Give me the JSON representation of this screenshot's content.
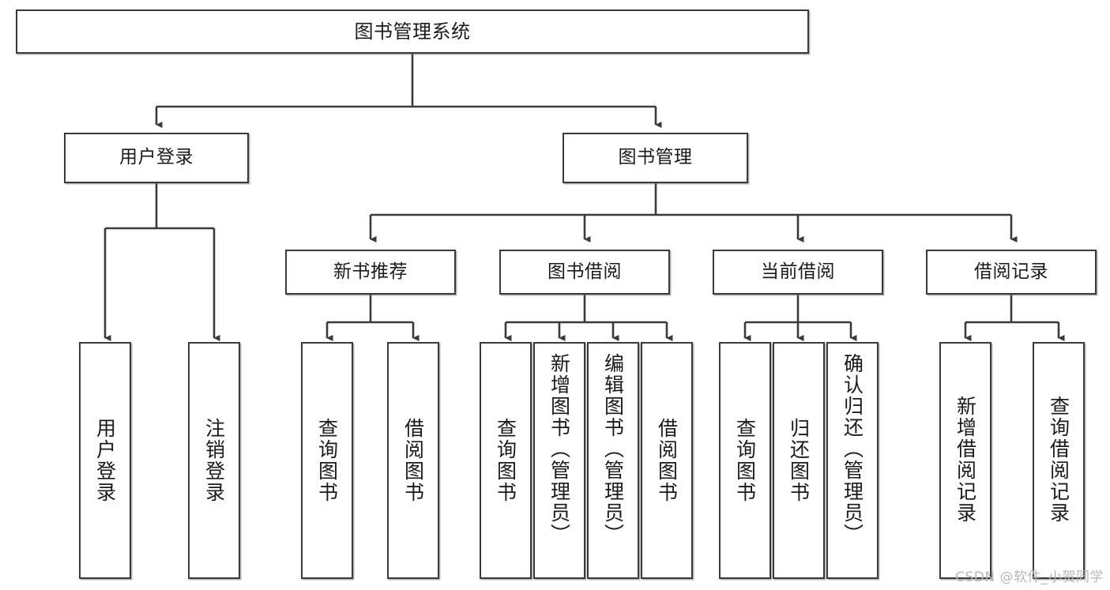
{
  "diagram": {
    "title": "图书管理系统",
    "type": "hierarchy-tree",
    "watermark": "CSDN @软件_小贺同学",
    "colors": {
      "stroke": "#3a3a3a",
      "fill": "#ffffff",
      "text": "#1a1a1a",
      "watermark": "#b7b7b7"
    },
    "nodes": {
      "root": {
        "label": "图书管理系统"
      },
      "level2": [
        {
          "label": "用户登录"
        },
        {
          "label": "图书管理"
        }
      ],
      "level3": [
        {
          "label": "新书推荐"
        },
        {
          "label": "图书借阅"
        },
        {
          "label": "当前借阅"
        },
        {
          "label": "借阅记录"
        }
      ],
      "leaves": {
        "user_login": [
          {
            "label": "用户登录"
          },
          {
            "label": "注销登录"
          }
        ],
        "new_books": [
          {
            "label": "查询图书"
          },
          {
            "label": "借阅图书"
          }
        ],
        "borrow_books": [
          {
            "label": "查询图书"
          },
          {
            "label": "新增图书（管理员）"
          },
          {
            "label": "编辑图书（管理员）"
          },
          {
            "label": "借阅图书"
          }
        ],
        "current_borrow": [
          {
            "label": "查询图书"
          },
          {
            "label": "归还图书"
          },
          {
            "label": "确认归还（管理员）"
          }
        ],
        "borrow_records": [
          {
            "label": "新增借阅记录"
          },
          {
            "label": "查询借阅记录"
          }
        ]
      }
    }
  }
}
